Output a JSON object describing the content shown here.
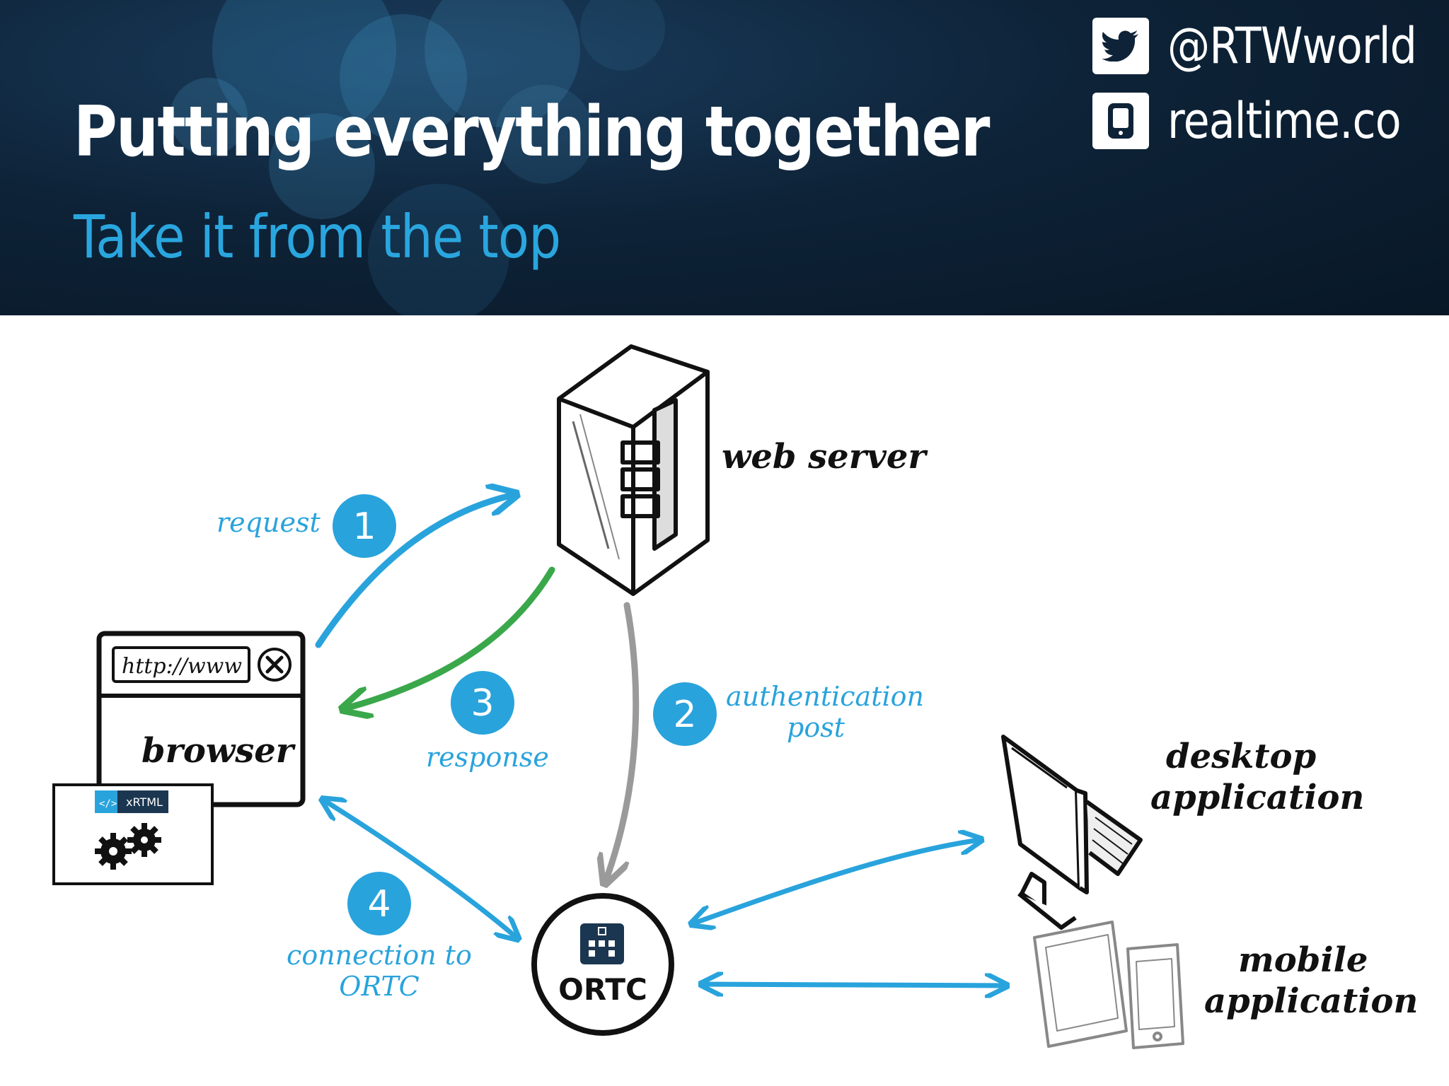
{
  "header": {
    "title": "Putting everything together",
    "subtitle": "Take it from the top",
    "twitter_handle": "@RTWworld",
    "website": "realtime.co"
  },
  "diagram": {
    "nodes": {
      "web_server": "web server",
      "browser": "browser",
      "url_bar": "http://www",
      "xrtml_badge": "xRTML",
      "ortc": "ORTC",
      "desktop": [
        "desktop",
        "application"
      ],
      "mobile": [
        "mobile",
        "application"
      ]
    },
    "steps": [
      {
        "number": "1",
        "label": [
          "request"
        ]
      },
      {
        "number": "2",
        "label": [
          "authentication",
          "post"
        ]
      },
      {
        "number": "3",
        "label": [
          "response"
        ]
      },
      {
        "number": "4",
        "label": [
          "connection to",
          "ORTC"
        ]
      }
    ]
  },
  "colors": {
    "accent_blue": "#29a3dc",
    "response_green": "#3aa84a",
    "auth_gray": "#9a9a9a",
    "header_bg": "#0e2338"
  }
}
